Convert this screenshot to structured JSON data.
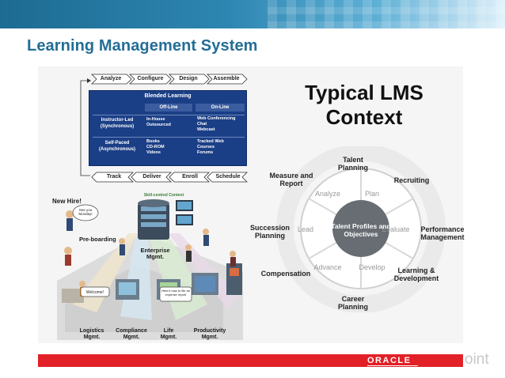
{
  "slide": {
    "title": "Learning Management System"
  },
  "process": {
    "top_steps": [
      "Analyze",
      "Configure",
      "Design",
      "Assemble"
    ],
    "bottom_steps": [
      "Track",
      "Deliver",
      "Enroll",
      "Schedule"
    ],
    "blended": {
      "title": "Blended Learning",
      "col_offline": "Off-Line",
      "col_online": "On-Line",
      "row1_label": "Instructor-Led (Synchronous)",
      "row2_label": "Self-Paced (Asynchronous)",
      "row1_offline": [
        "In-House",
        "Outsourced"
      ],
      "row1_online": [
        "Web Conferencing",
        "Chat",
        "Webcast"
      ],
      "row2_offline": [
        "Books",
        "CD-ROM",
        "Videos"
      ],
      "row2_online": [
        "Tracked Web",
        "Courses",
        "Forums"
      ]
    }
  },
  "illustration": {
    "new_hire": "New Hire!",
    "bubble": "See you Monday!",
    "preboarding": "Pre-boarding",
    "enterprise": "Enterprise Mgmt.",
    "skill_center": "Skill-centred Content",
    "welcome": "Welcome!",
    "how_to": "Here's how to file an expense report",
    "logistics": "Logistics Mgmt.",
    "compliance": "Compliance Mgmt.",
    "life": "Life Mgmt.",
    "productivity": "Productivity Mgmt."
  },
  "context": {
    "title_line1": "Typical LMS",
    "title_line2": "Context",
    "center": "Talent Profiles and Objectives",
    "inner": [
      "Analyze",
      "Plan",
      "Evaluate",
      "Develop",
      "Advance",
      "Lead"
    ],
    "outer": {
      "talent_planning": "Talent Planning",
      "recruiting": "Recruiting",
      "performance": "Performance Management",
      "learning": "Learning & Development",
      "career": "Career Planning",
      "compensation": "Compensation",
      "succession": "Succession Planning",
      "measure": "Measure and Report"
    }
  },
  "footer": {
    "logo": "ORACLE",
    "tail": "oint"
  },
  "colors": {
    "title": "#236e96",
    "banner": "#2d86b1",
    "footer": "#e22027",
    "blended": "#1b3f86",
    "center_circle": "#676d73"
  }
}
